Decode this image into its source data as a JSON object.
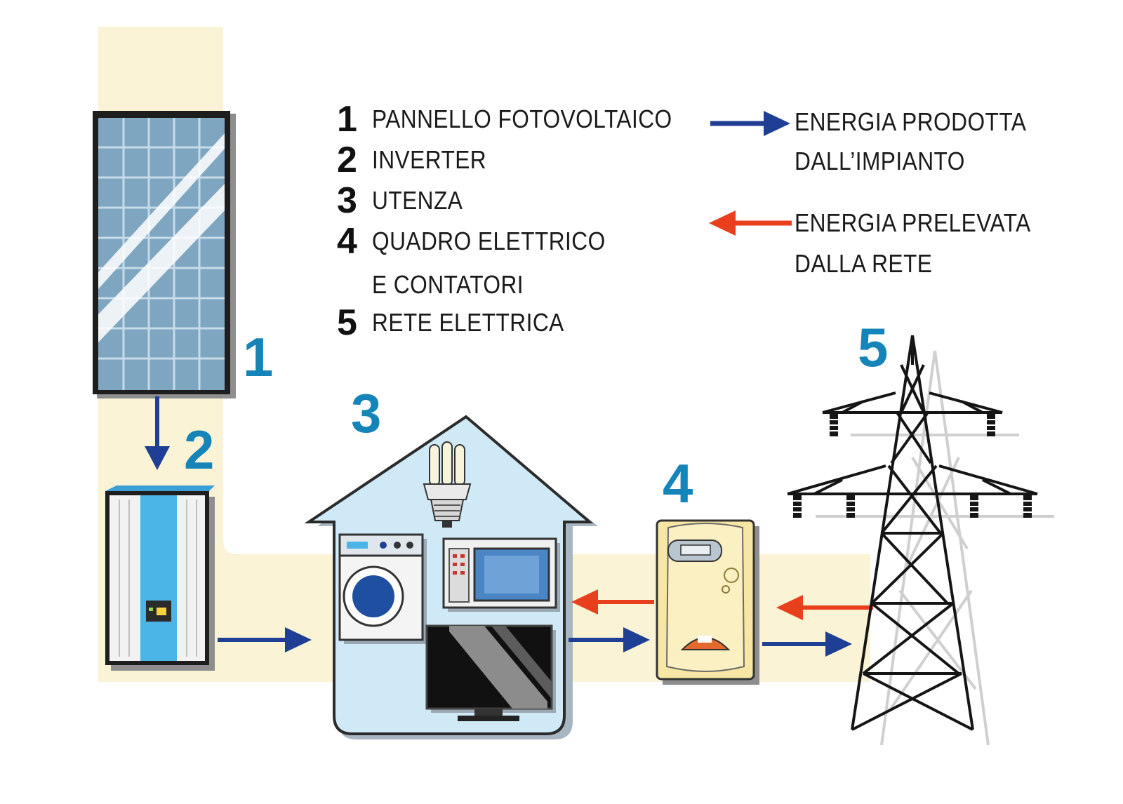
{
  "legend": {
    "items": [
      {
        "number": "1",
        "label": "PANNELLO FOTOVOLTAICO"
      },
      {
        "number": "2",
        "label": "INVERTER"
      },
      {
        "number": "3",
        "label": "UTENZA"
      },
      {
        "number": "4",
        "label": "QUADRO ELETTRICO"
      },
      {
        "number": "5",
        "label": "RETE ELETTRICA"
      }
    ],
    "item4_continuation": "E CONTATORI"
  },
  "key": {
    "produced": {
      "line1": "ENERGIA PRODOTTA",
      "line2": "DALL’IMPIANTO",
      "color": "#1f3f94"
    },
    "drawn": {
      "line1": "ENERGIA PRELEVATA",
      "line2": "DALLA RETE",
      "color": "#e8401c"
    }
  },
  "component_numbers": {
    "panel": "1",
    "inverter": "2",
    "house": "3",
    "meter": "4",
    "pylon": "5"
  },
  "colors": {
    "number_blue": "#1584b8",
    "background_band": "#fbf3d5",
    "house_fill": "#cfe9f7",
    "panel_fill": "#7fa7c2",
    "meter_fill": "#f7e6a4",
    "inverter_stripe": "#4bb5e8"
  },
  "icons": [
    "solar-panel-icon",
    "inverter-icon",
    "house-icon",
    "light-bulb-icon",
    "washing-machine-icon",
    "microwave-icon",
    "television-icon",
    "electric-meter-icon",
    "power-pylon-icon"
  ]
}
